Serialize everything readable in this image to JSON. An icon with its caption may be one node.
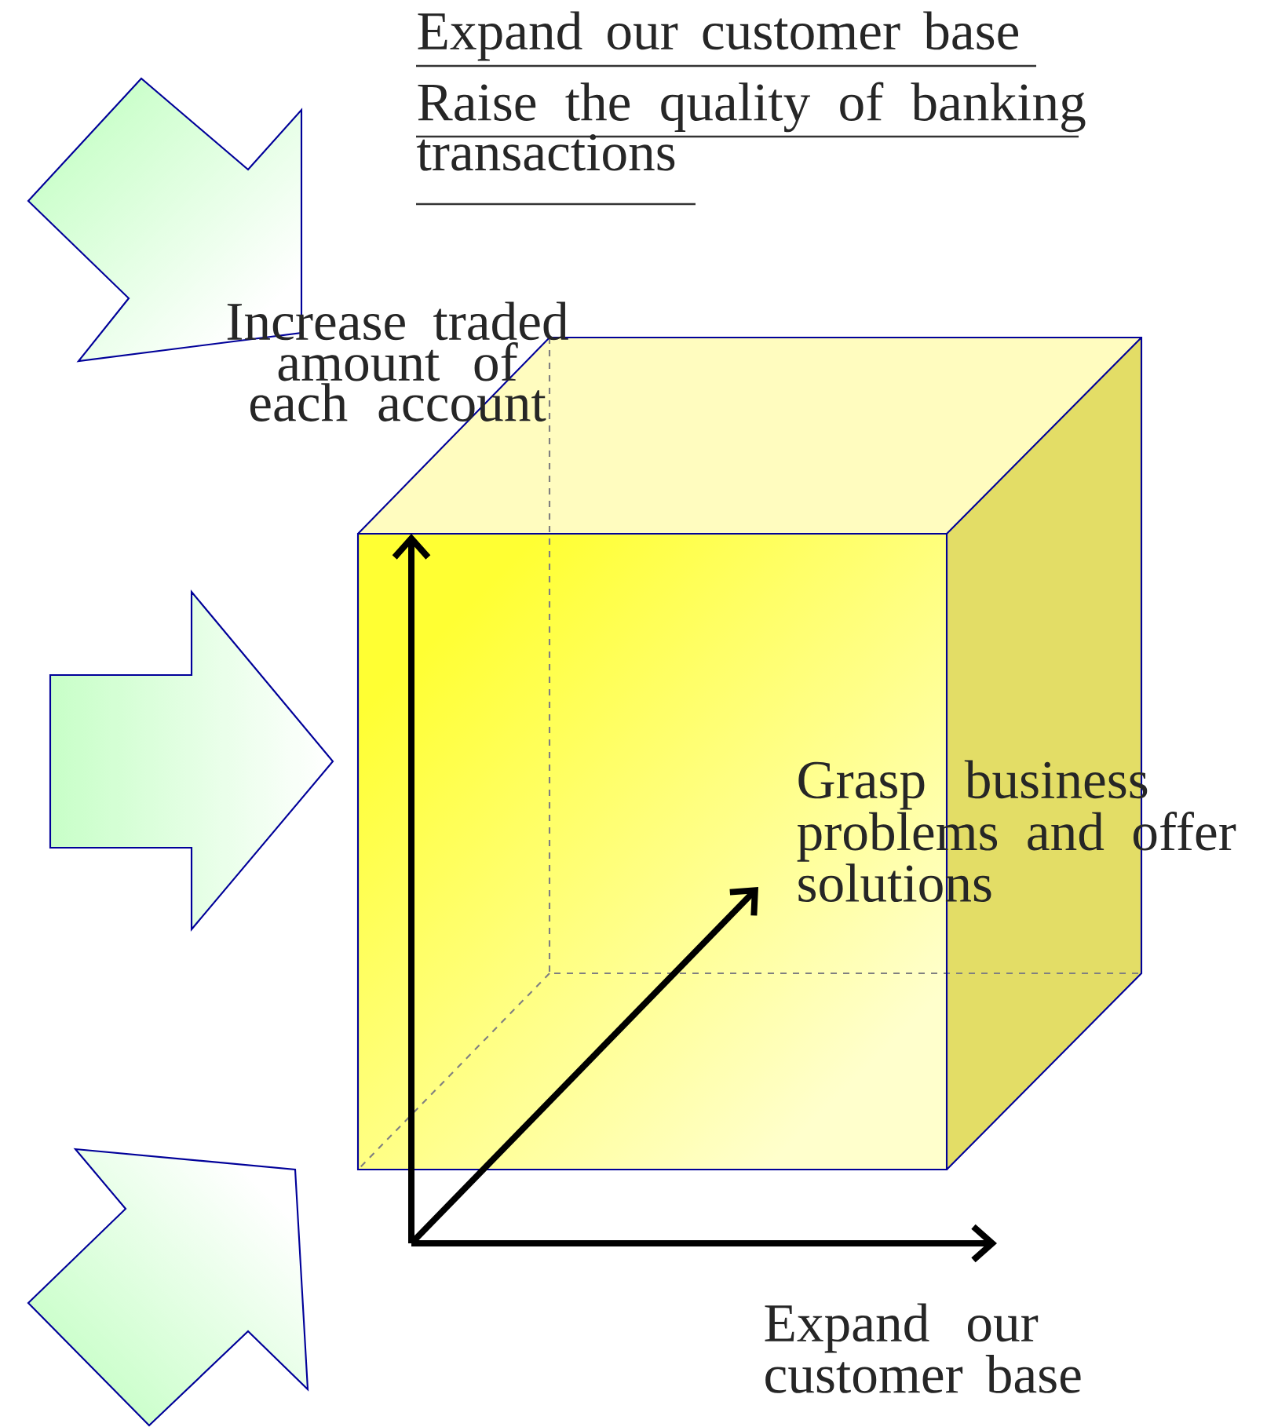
{
  "diagram": {
    "labels": [
      "Expand our customer base",
      "Raise the quality of banking transactions",
      "Increase traded amount of each account",
      "Grasp business problems and offer solutions",
      "Expand our customer base"
    ]
  }
}
